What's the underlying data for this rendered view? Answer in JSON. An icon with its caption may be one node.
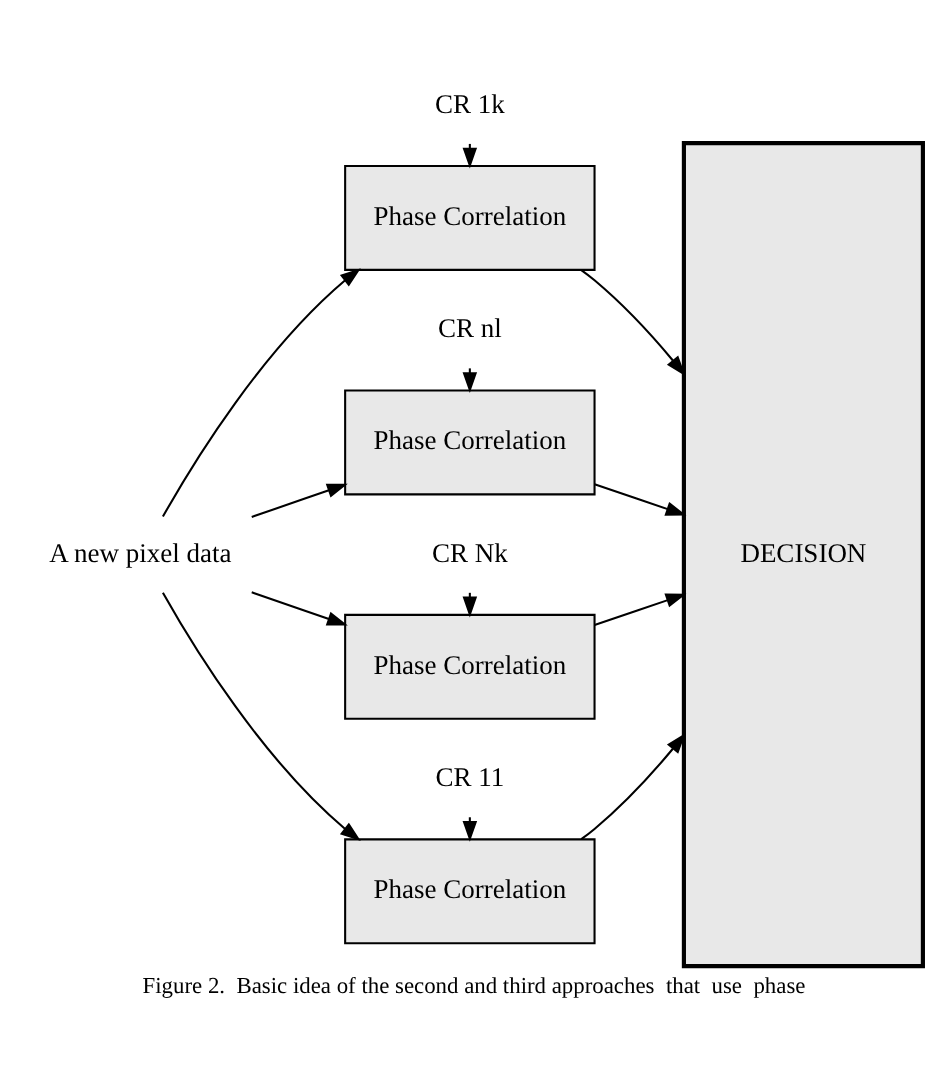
{
  "diagram": {
    "caption": "Figure 2.  Basic idea of the second and third approaches  that  use  phase",
    "nodes": [
      {
        "text": [
          "A new pixel data"
        ]
      },
      {
        "text": [
          "Phase Correlation"
        ]
      },
      {
        "text": [
          "Phase Correlation"
        ]
      },
      {
        "text": [
          "Phase Correlation"
        ]
      },
      {
        "text": [
          "Phase Correlation"
        ]
      },
      {
        "text": [
          "DECISION"
        ]
      },
      {
        "text": [
          "CR 11"
        ]
      },
      {
        "text": [
          "CR 1k"
        ]
      },
      {
        "text": [
          "CR nl"
        ]
      },
      {
        "text": [
          "CR Nk"
        ]
      }
    ],
    "edges": [
      {
        "from": 0,
        "to": 1,
        "arrow": "to"
      },
      {
        "from": 0,
        "to": 2,
        "arrow": "to"
      },
      {
        "from": 0,
        "to": 3,
        "arrow": "to"
      },
      {
        "from": 0,
        "to": 4,
        "arrow": "to"
      },
      {
        "from": 1,
        "to": 5,
        "arrow": "to"
      },
      {
        "from": 2,
        "to": 5,
        "arrow": "to"
      },
      {
        "from": 3,
        "to": 5,
        "arrow": "to"
      },
      {
        "from": 4,
        "to": 5,
        "arrow": "to"
      },
      {
        "from": 6,
        "to": 1,
        "arrow": "to"
      },
      {
        "from": 7,
        "to": 2,
        "arrow": "to"
      },
      {
        "from": 8,
        "to": 3,
        "arrow": "to"
      },
      {
        "from": 9,
        "to": 4,
        "arrow": "to"
      }
    ]
  }
}
